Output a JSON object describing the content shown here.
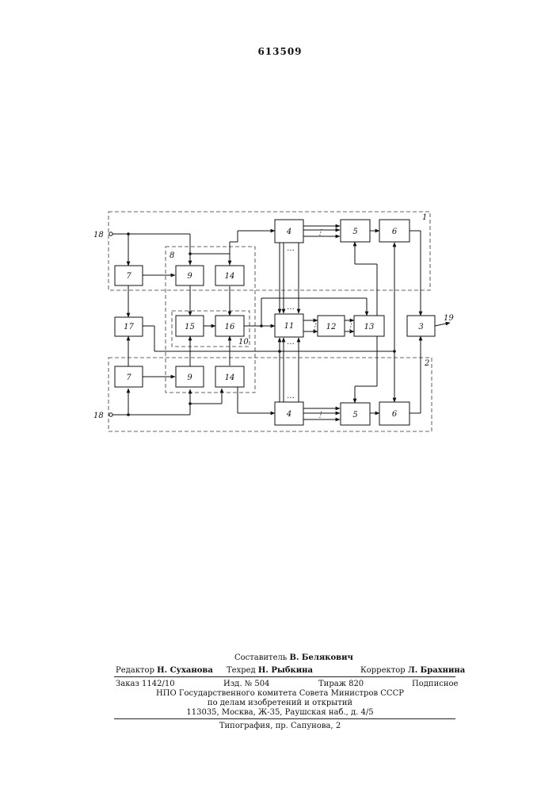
{
  "patent_number": "613509",
  "diagram": {
    "terminal_labels": {
      "input_top": "18",
      "input_bottom": "18",
      "output": "19"
    },
    "group_labels": {
      "g1": "1",
      "g2": "2",
      "g8": "8",
      "g10": "10"
    },
    "blocks": {
      "b7_top": "7",
      "b9_top": "9",
      "b14_top": "14",
      "b17": "17",
      "b15": "15",
      "b16": "16",
      "b7_bot": "7",
      "b9_bot": "9",
      "b14_bot": "14",
      "b4_top": "4",
      "b5_top": "5",
      "b6_top": "6",
      "b11": "11",
      "b12": "12",
      "b13": "13",
      "b3": "3",
      "b4_bot": "4",
      "b5_bot": "5",
      "b6_bot": "6"
    }
  },
  "footer": {
    "compiler": {
      "label": "Составитель",
      "name": "В. Белякович"
    },
    "editor": {
      "label": "Редактор",
      "name": "Н. Суханова"
    },
    "tech": {
      "label": "Техред",
      "name": "Н. Рыбкина"
    },
    "corrector": {
      "label": "Корректор",
      "name": "Л. Брахнина"
    },
    "order": "Заказ 1142/10",
    "edition": "Изд. № 504",
    "circulation": "Тираж 820",
    "subscription": "Подписное",
    "org_line1": "НПО Государственного комитета Совета Министров СССР",
    "org_line2": "по делам изобретений и открытий",
    "org_address": "113035, Москва, Ж-35, Раушская наб., д. 4/5",
    "printer": "Типография, пр. Сапунова, 2"
  }
}
